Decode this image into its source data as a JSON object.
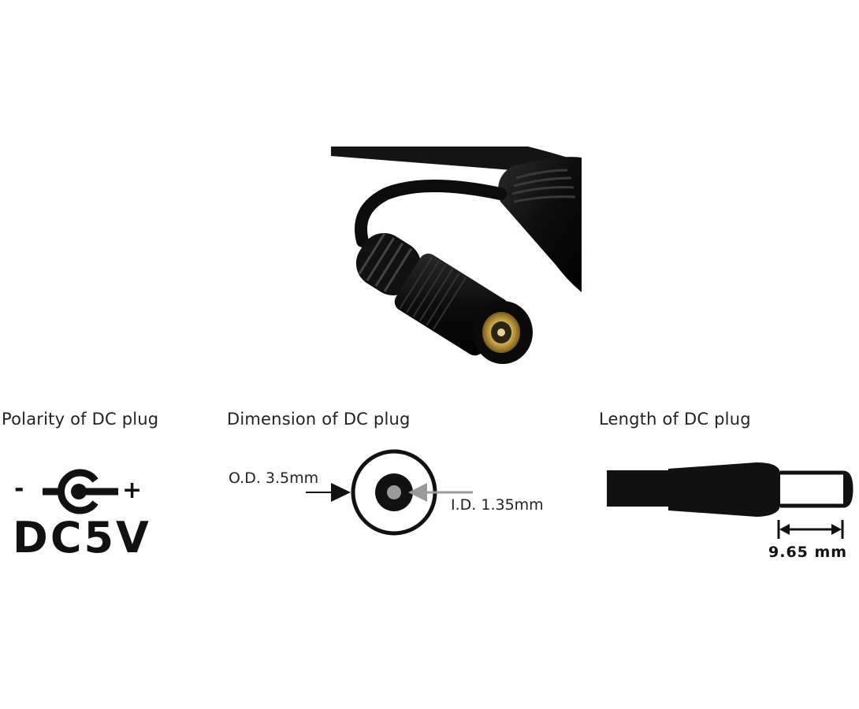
{
  "polarity": {
    "title": "Polarity of DC plug",
    "minus_sign": "-",
    "plus_sign": "+",
    "voltage": "DC5V"
  },
  "dimension": {
    "title": "Dimension of DC plug",
    "outer_label": "O.D.  3.5mm",
    "inner_label": "I.D.  1.35mm"
  },
  "length": {
    "title": "Length of DC plug",
    "value_label": "9.65 mm"
  },
  "colors": {
    "ink": "#111111",
    "gold_contact": "#c9a64a",
    "gray_pin": "#9a9a9a"
  }
}
